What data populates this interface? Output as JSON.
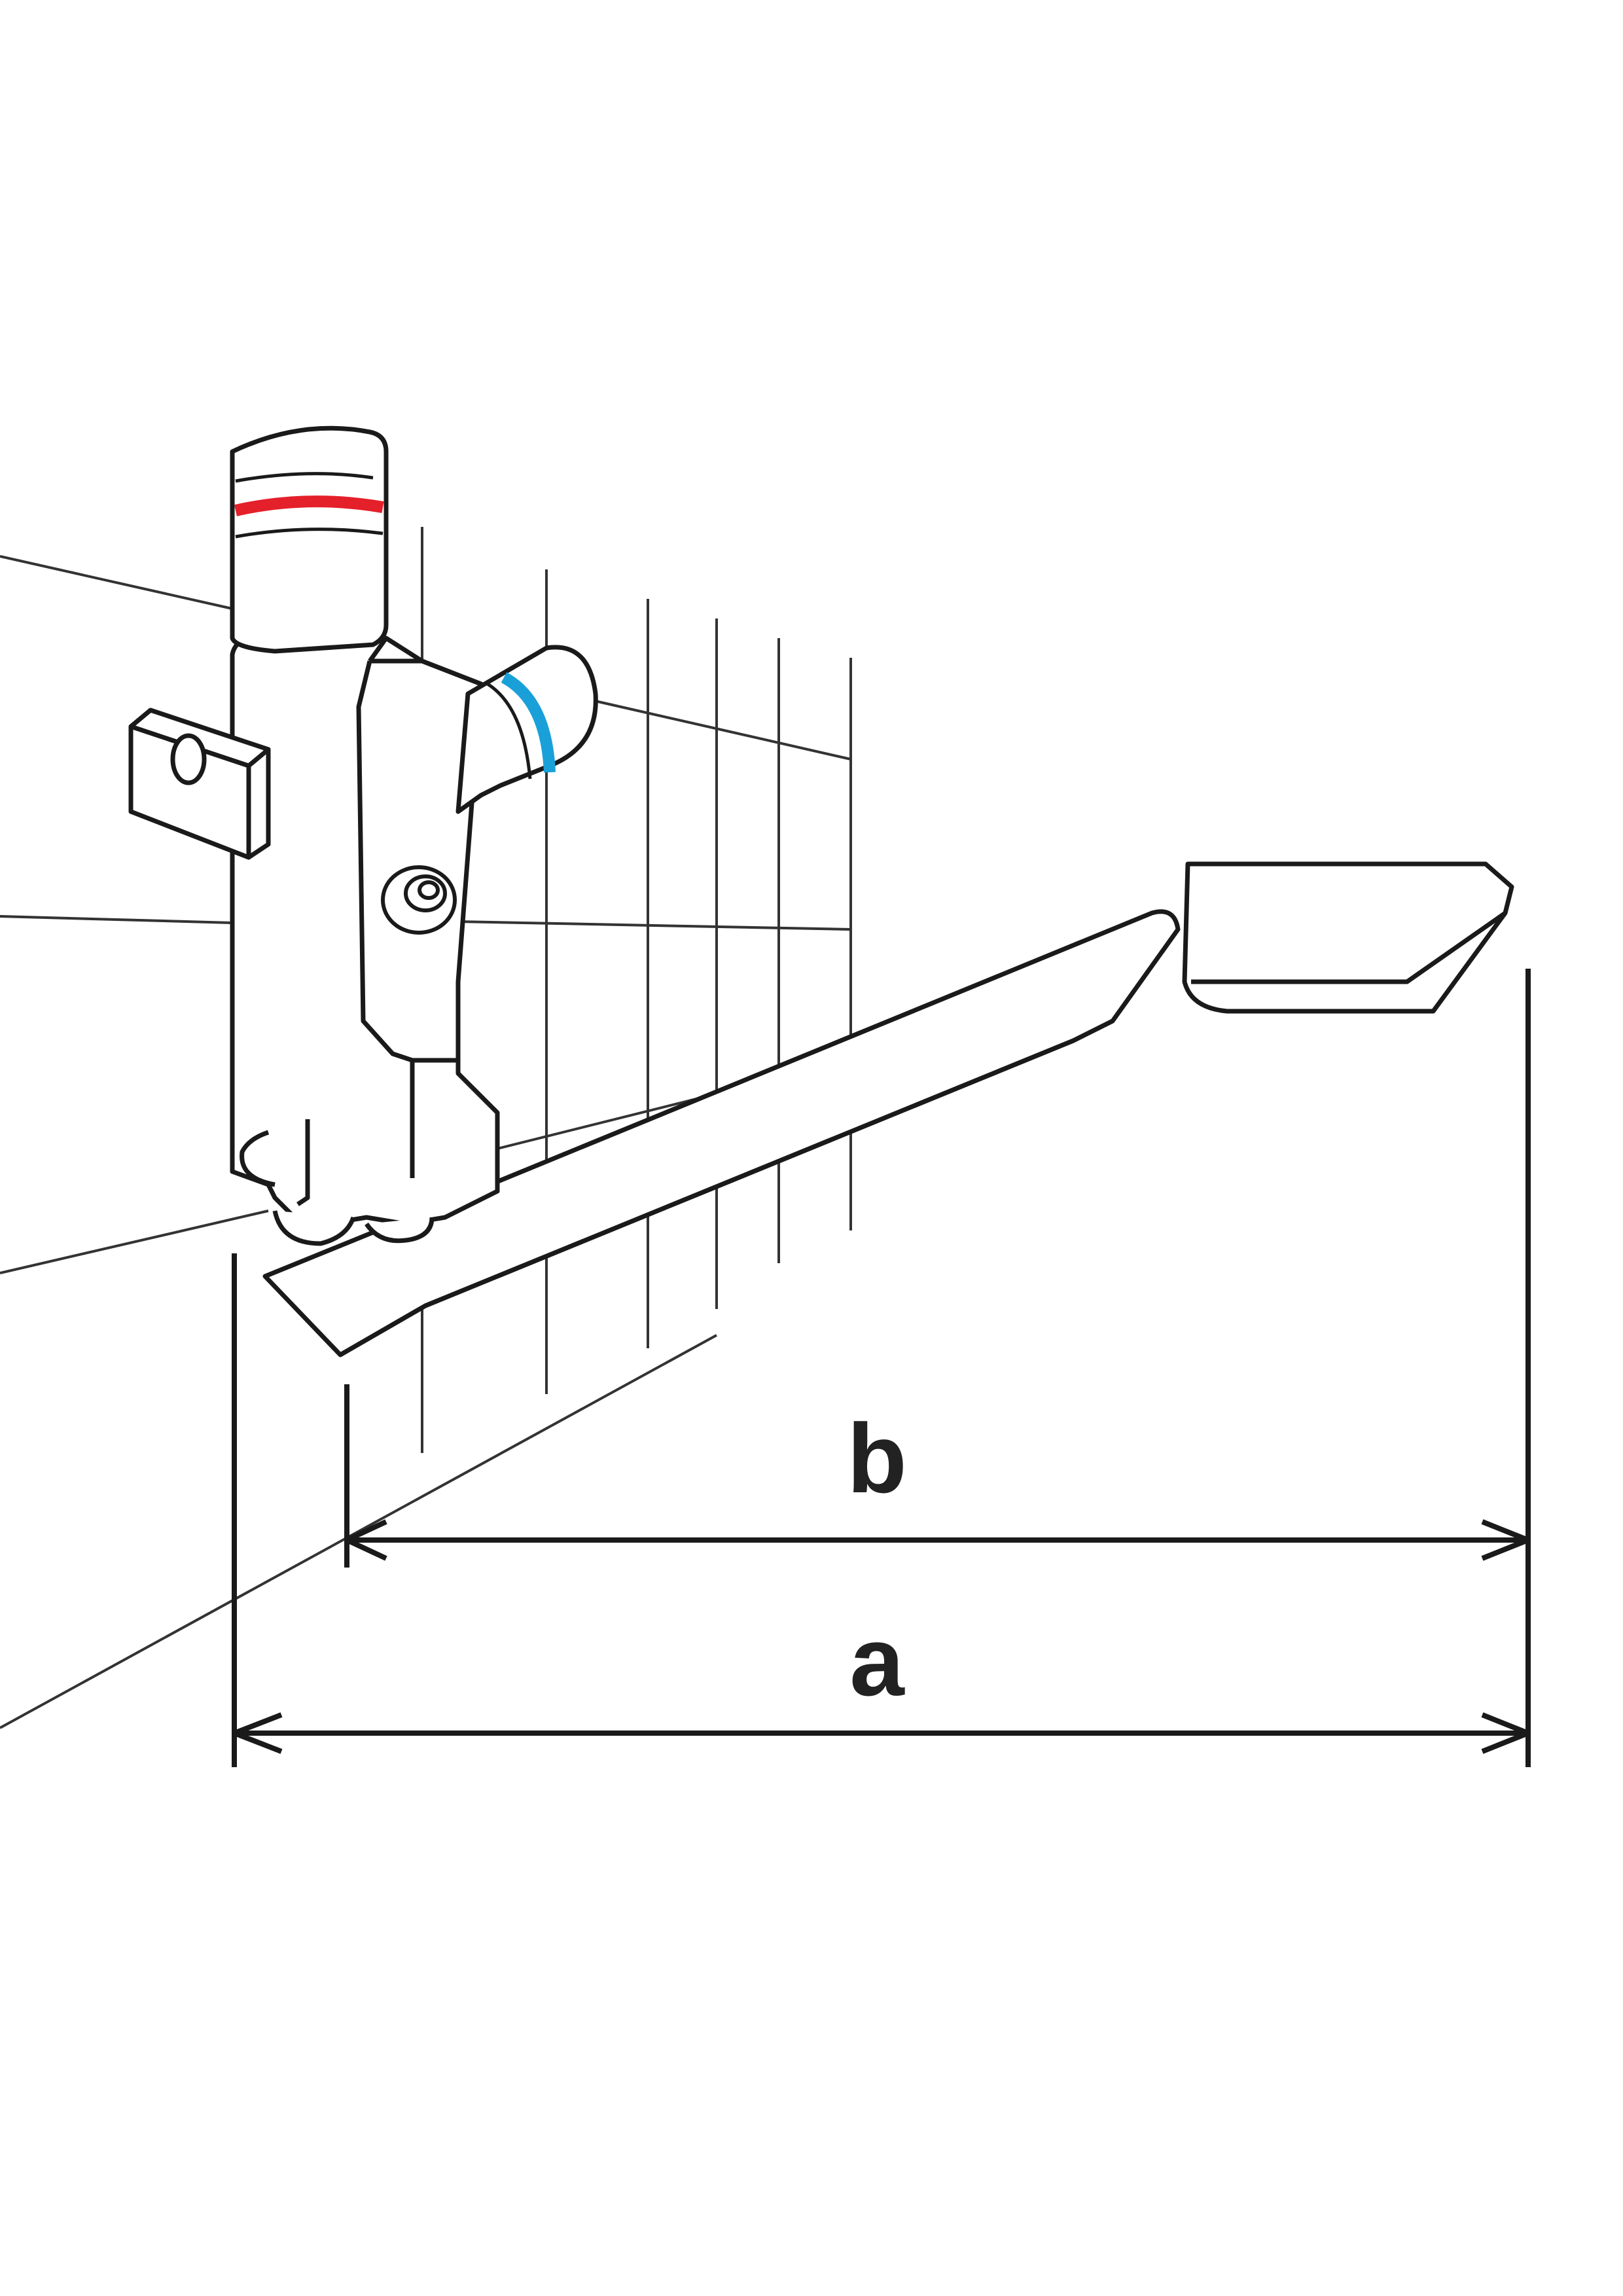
{
  "diagram": {
    "dimension_b": {
      "label": "b"
    },
    "dimension_a": {
      "label": "a"
    }
  },
  "colors": {
    "stroke": "#1a1a1a",
    "hot_marker": "#e4202a",
    "cold_marker": "#1aa0d8",
    "body_fill": "#ffffff",
    "grid_line": "#333333"
  },
  "icons": {
    "hot_indicator": "red-ring",
    "cold_indicator": "blue-ring"
  }
}
